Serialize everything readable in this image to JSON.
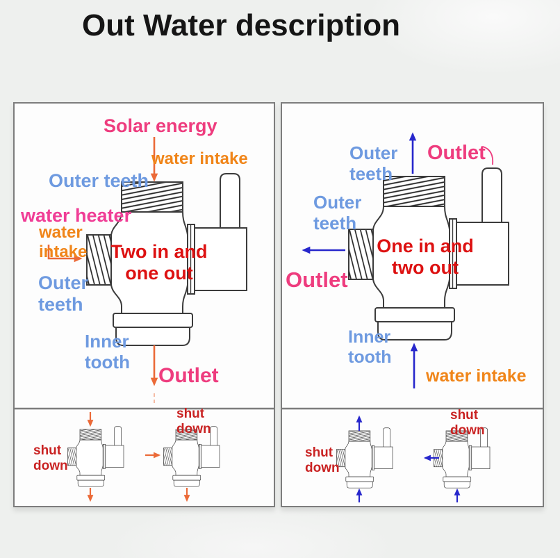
{
  "title": "Out Water description",
  "colors": {
    "pink": "#ee3c7e",
    "magenta": "#f03d96",
    "orange": "#f08519",
    "blue": "#6e9ae0",
    "red": "#dd1111",
    "shutdown_red": "#c92222",
    "arrow_orange": "#eb6a38",
    "arrow_blue": "#2727cc",
    "line": "#3c3c3c",
    "panel_border": "#7d7d7d",
    "background": "#eef0ee"
  },
  "left_panel": {
    "mode_line1": "Two in and",
    "mode_line2": "one out",
    "labels": {
      "solar_energy": "Solar energy",
      "water_intake_top": "water intake",
      "outer_teeth_top": "Outer teeth",
      "water_heater": "water heater",
      "water_intake_left": "water intake",
      "outer_teeth_left": "Outer teeth",
      "inner_tooth": "Inner tooth",
      "outlet": "Outlet",
      "shut_down_left": "shut down",
      "shut_down_right": "shut down"
    }
  },
  "right_panel": {
    "mode_line1": "One in and",
    "mode_line2": "two out",
    "labels": {
      "outer_teeth_top": "Outer teeth",
      "outlet_top": "Outlet",
      "outer_teeth_left": "Outer teeth",
      "outlet_left": "Outlet",
      "inner_tooth": "Inner tooth",
      "water_intake": "water intake",
      "shut_down_left": "shut down",
      "shut_down_right": "shut down"
    }
  }
}
